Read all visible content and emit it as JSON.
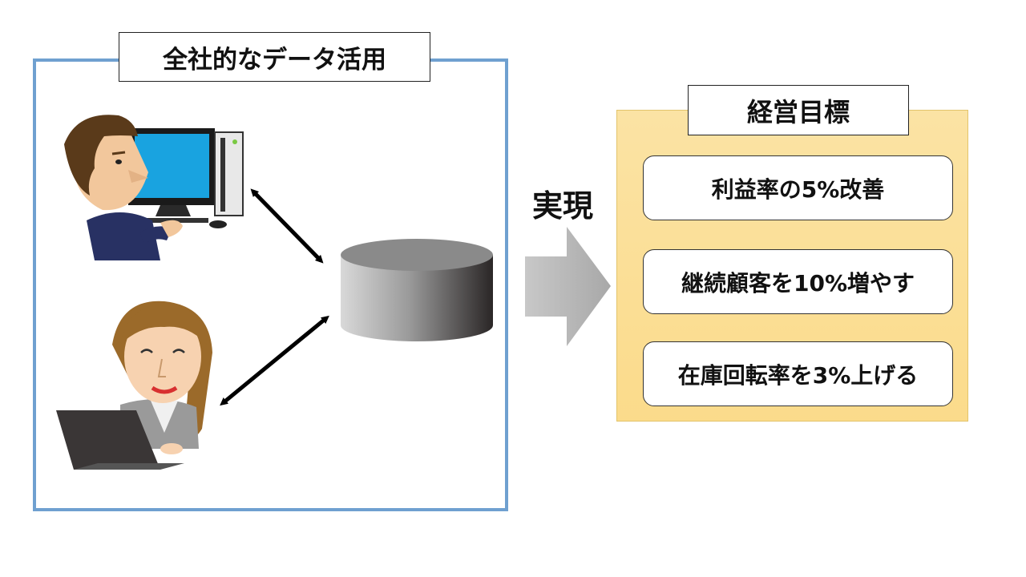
{
  "left_panel": {
    "title": "全社的なデータ活用"
  },
  "connector": {
    "label": "実現"
  },
  "goals_panel": {
    "title": "経営目標",
    "items": [
      "利益率の5%改善",
      "継続顧客を10%増やす",
      "在庫回転率を3%上げる"
    ]
  }
}
